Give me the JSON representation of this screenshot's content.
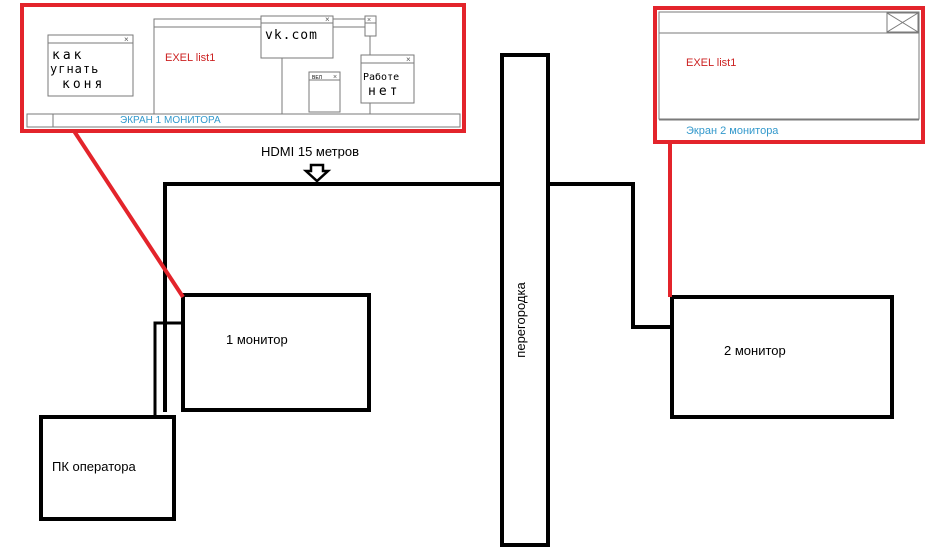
{
  "labels": {
    "hdmi": "HDMI 15 метров",
    "monitor1": "1 монитор",
    "monitor2": "2 монитор",
    "pc": "ПК оператора",
    "partition": "перегородка"
  },
  "screen1": {
    "taskbar_label": "ЭКРАН 1 МОНИТОРА",
    "excel_label": "EXEL list1",
    "note_lines": [
      "как",
      "угнать",
      "коня"
    ],
    "vk_label": "vk.com",
    "small_label": "ВЕЛ",
    "work_lines": [
      "Работе",
      "нет"
    ]
  },
  "screen2": {
    "excel_label": "EXEL list1",
    "taskbar_label": "Экран 2 монитора"
  },
  "colors": {
    "frame_red": "#e3242b",
    "cable": "#000000",
    "red_text": "#cc2222",
    "blue_text": "#3399cc",
    "window_border": "#7a7a7a"
  }
}
